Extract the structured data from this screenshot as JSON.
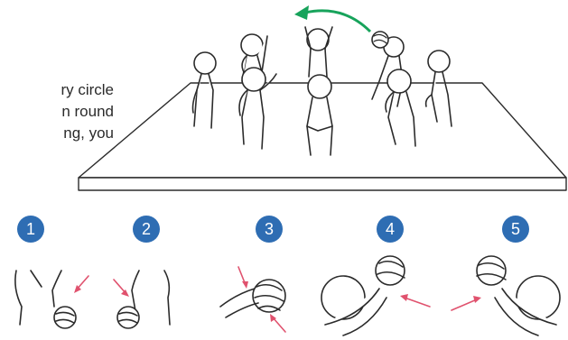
{
  "intro_text": {
    "line1": "ry circle",
    "line2": "n round",
    "line3": "ng, you"
  },
  "steps": [
    {
      "number": "1"
    },
    {
      "number": "2"
    },
    {
      "number": "3"
    },
    {
      "number": "4"
    },
    {
      "number": "5"
    }
  ],
  "colors": {
    "badge": "#2e6db3",
    "arrow_green": "#17a35b",
    "arrow_pink": "#e0526e",
    "line": "#2b2b2b"
  }
}
